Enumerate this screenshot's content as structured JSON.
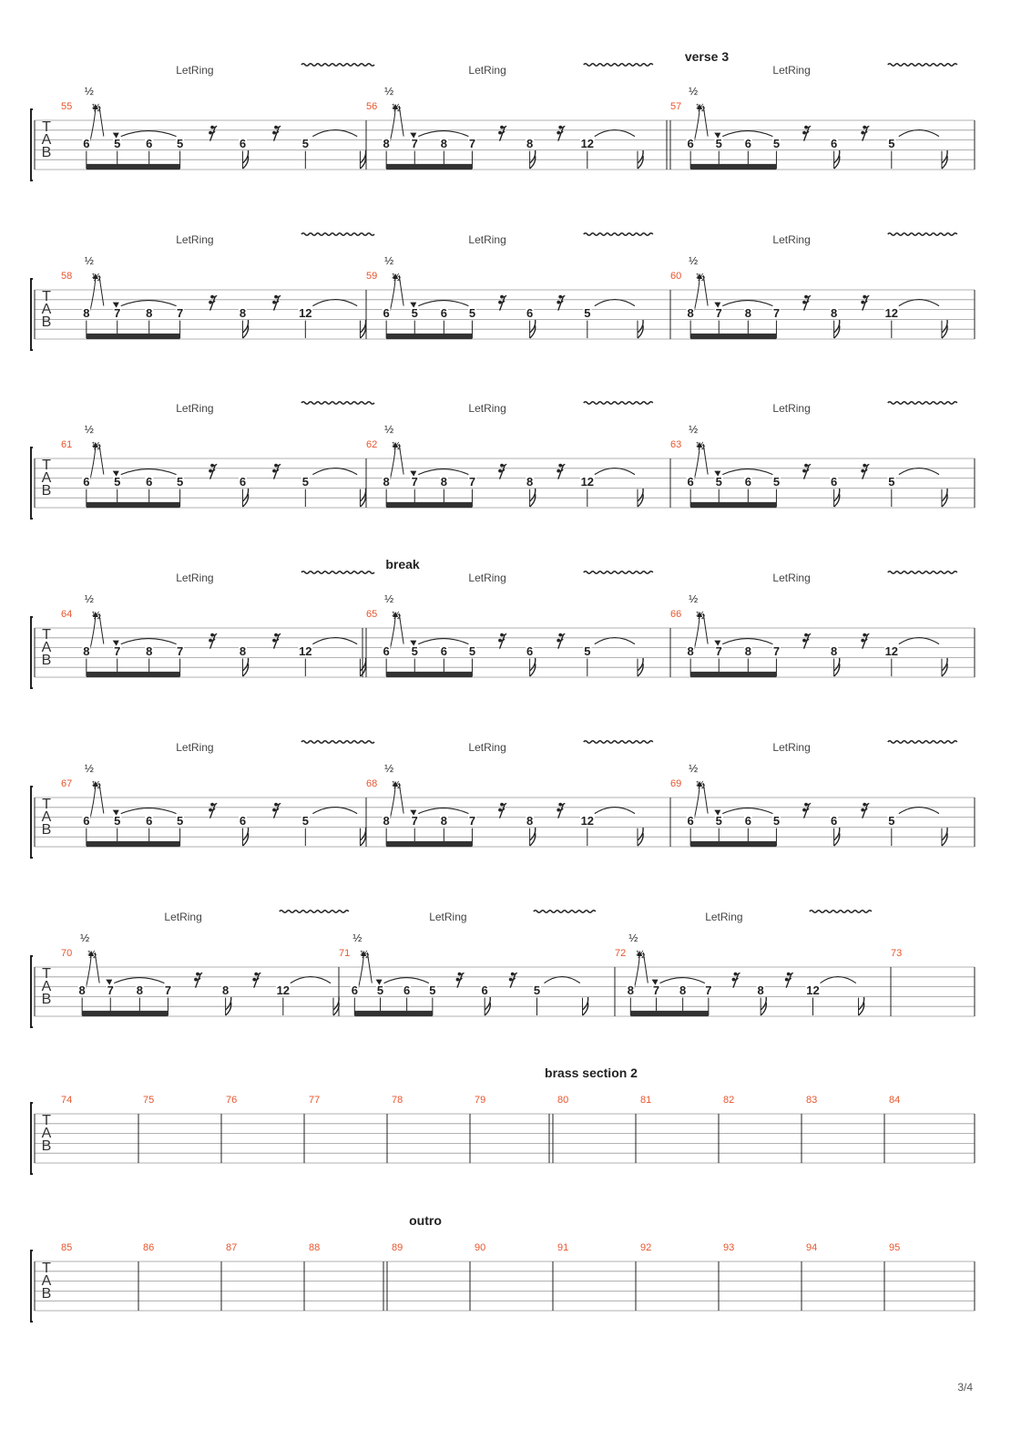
{
  "page": {
    "number": "3/4"
  },
  "labels": {
    "let_ring": "LetRing",
    "bend": "½",
    "tab_letters": [
      "T",
      "A",
      "B"
    ]
  },
  "sections": [
    {
      "name": "verse 3",
      "measure": 57
    },
    {
      "name": "break",
      "measure": 65
    },
    {
      "name": "brass section 2",
      "measure": 80
    },
    {
      "name": "outro",
      "measure": 89
    }
  ],
  "patterns": {
    "A": {
      "frets": [
        "6",
        "5",
        "6",
        "5",
        "6",
        "5"
      ]
    },
    "B": {
      "frets": [
        "8",
        "7",
        "8",
        "7",
        "8",
        "12"
      ]
    }
  },
  "systems": [
    {
      "measures": [
        {
          "number": 55,
          "pattern": "A"
        },
        {
          "number": 56,
          "pattern": "B"
        },
        {
          "number": 57,
          "pattern": "A"
        }
      ]
    },
    {
      "measures": [
        {
          "number": 58,
          "pattern": "B"
        },
        {
          "number": 59,
          "pattern": "A"
        },
        {
          "number": 60,
          "pattern": "B"
        }
      ]
    },
    {
      "measures": [
        {
          "number": 61,
          "pattern": "A"
        },
        {
          "number": 62,
          "pattern": "B"
        },
        {
          "number": 63,
          "pattern": "A"
        }
      ]
    },
    {
      "measures": [
        {
          "number": 64,
          "pattern": "B"
        },
        {
          "number": 65,
          "pattern": "A"
        },
        {
          "number": 66,
          "pattern": "B"
        }
      ]
    },
    {
      "measures": [
        {
          "number": 67,
          "pattern": "A"
        },
        {
          "number": 68,
          "pattern": "B"
        },
        {
          "number": 69,
          "pattern": "A"
        }
      ]
    },
    {
      "measures": [
        {
          "number": 70,
          "pattern": "B"
        },
        {
          "number": 71,
          "pattern": "A"
        },
        {
          "number": 72,
          "pattern": "B"
        },
        {
          "number": 73,
          "pattern": null
        }
      ]
    },
    {
      "measures": [
        {
          "number": 74
        },
        {
          "number": 75
        },
        {
          "number": 76
        },
        {
          "number": 77
        },
        {
          "number": 78
        },
        {
          "number": 79
        },
        {
          "number": 80
        },
        {
          "number": 81
        },
        {
          "number": 82
        },
        {
          "number": 83
        },
        {
          "number": 84
        }
      ]
    },
    {
      "measures": [
        {
          "number": 85
        },
        {
          "number": 86
        },
        {
          "number": 87
        },
        {
          "number": 88
        },
        {
          "number": 89
        },
        {
          "number": 90
        },
        {
          "number": 91
        },
        {
          "number": 92
        },
        {
          "number": 93
        },
        {
          "number": 94
        },
        {
          "number": 95
        }
      ]
    }
  ]
}
